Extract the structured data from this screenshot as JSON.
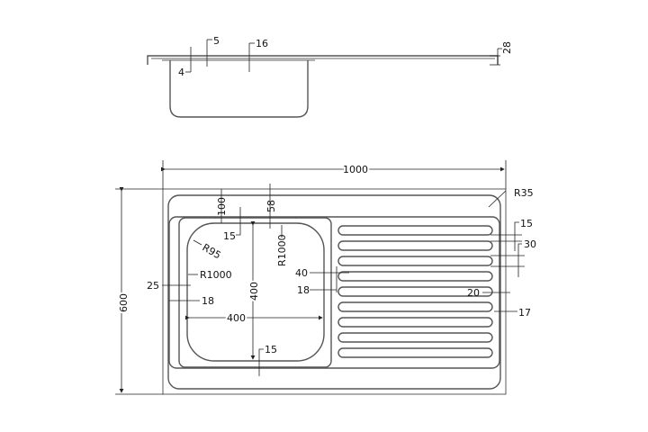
{
  "side_view": {
    "d5": "5",
    "d16": "16",
    "d4": "4",
    "d28": "28"
  },
  "plan_view": {
    "width": "1000",
    "height": "600",
    "r35": "R35",
    "d100": "100",
    "d58": "58",
    "d15_top": "15",
    "r95": "R95",
    "r1000_v": "R1000",
    "r1000_h": "R1000",
    "d25": "25",
    "d18_left": "18",
    "d400_v": "400",
    "d400_h": "400",
    "d15_bottom": "15",
    "d40": "40",
    "d18_mid": "18",
    "d15_right": "15",
    "d30": "30",
    "d20": "20",
    "d17": "17"
  },
  "drainboard": {
    "slot_count": 9
  }
}
